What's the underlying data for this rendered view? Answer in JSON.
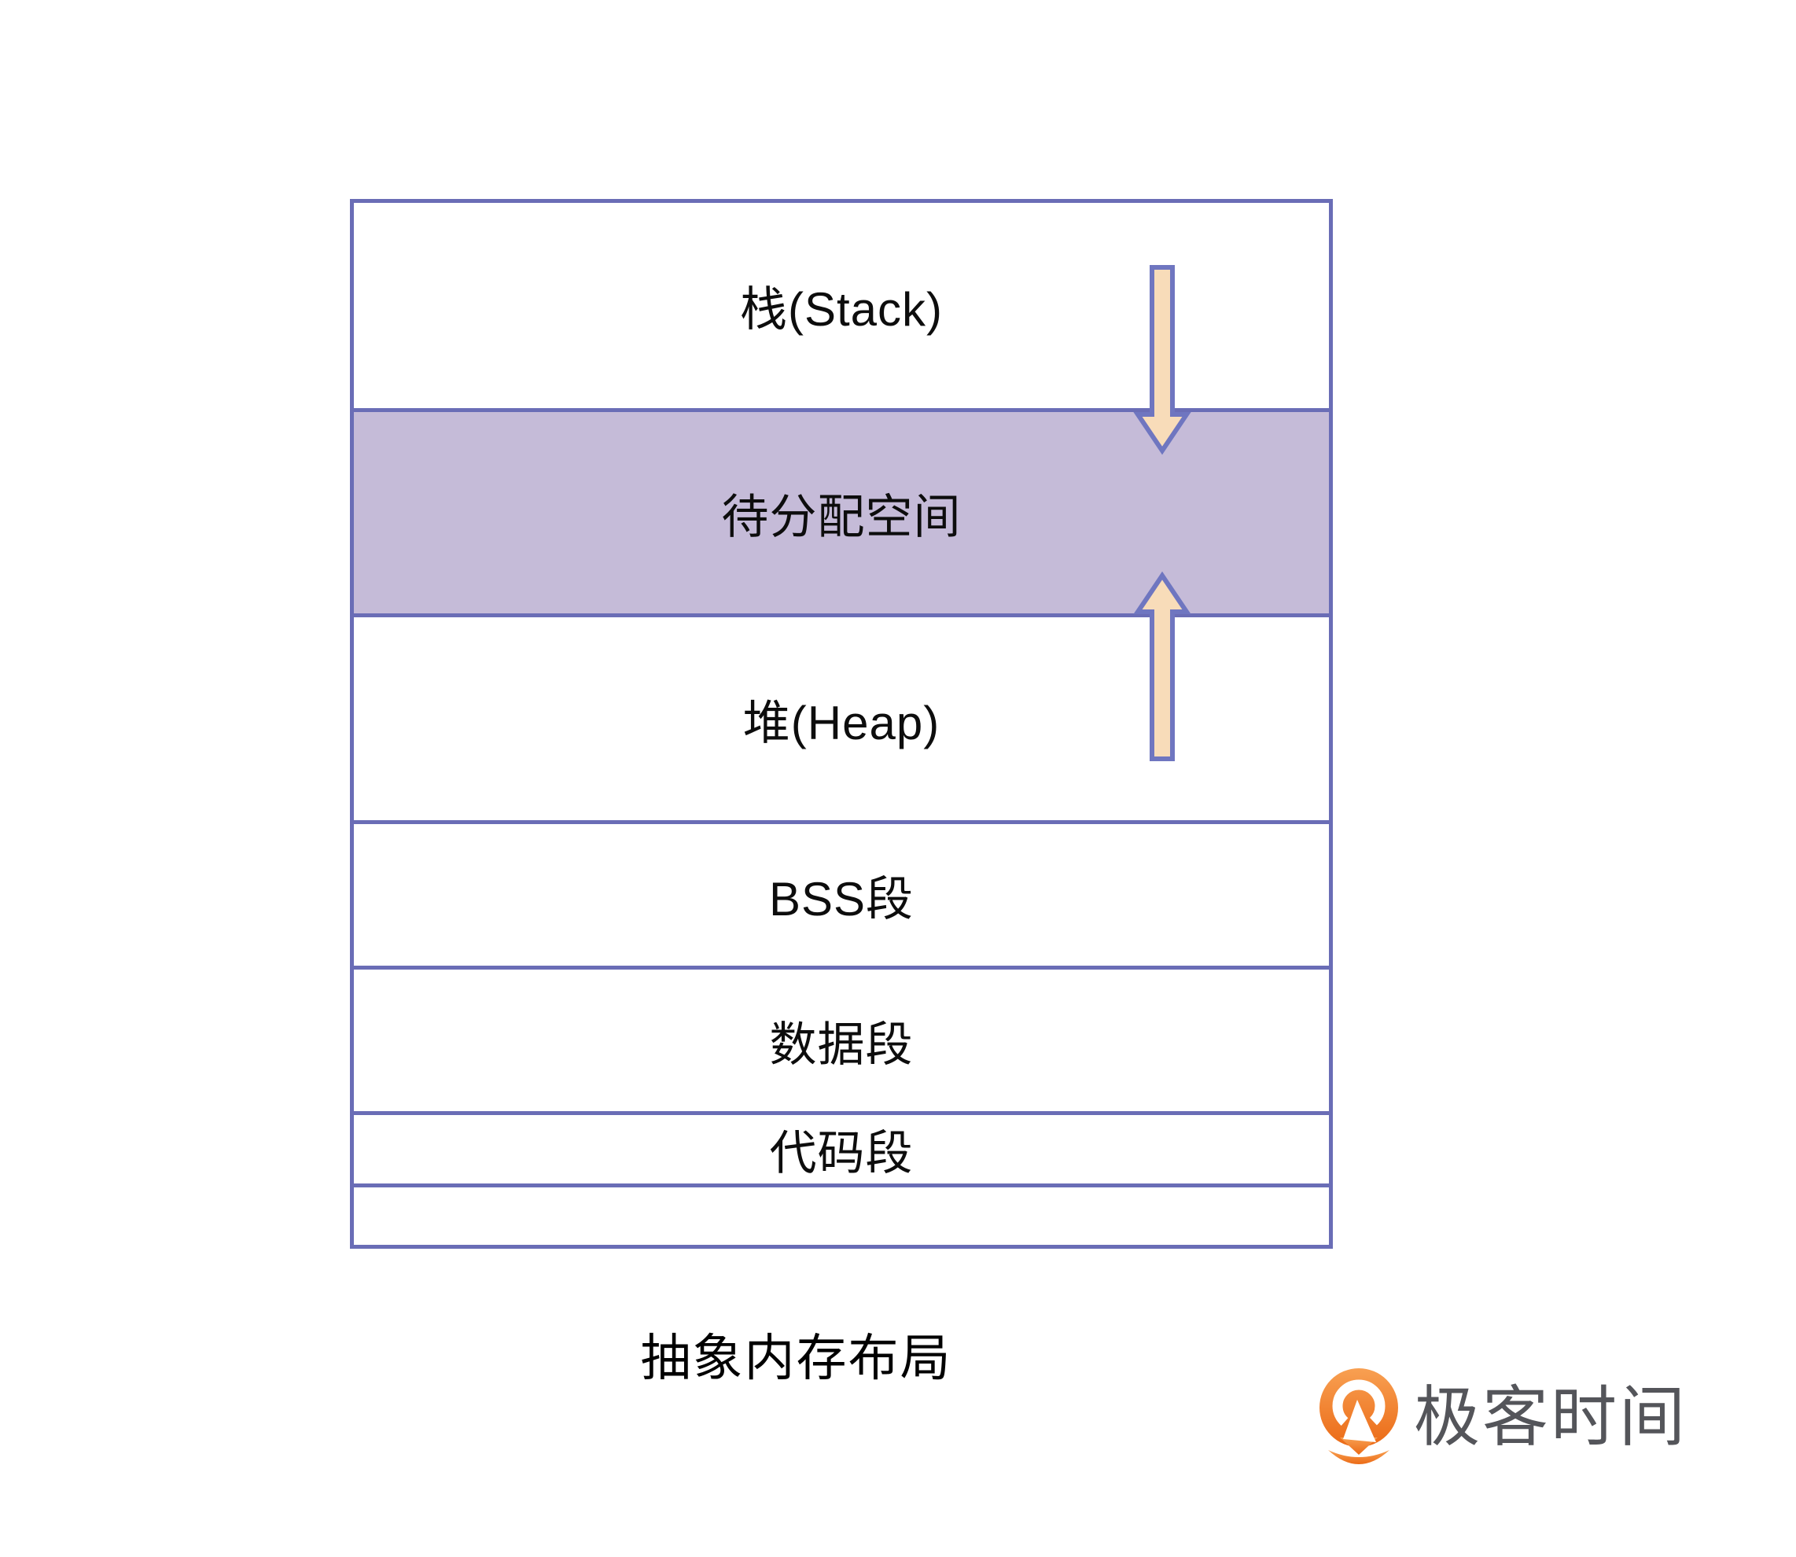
{
  "diagram": {
    "caption": "抽象内存布局",
    "segments": [
      {
        "id": "stack",
        "label": "栈(Stack)",
        "highlighted": false
      },
      {
        "id": "free",
        "label": "待分配空间",
        "highlighted": true
      },
      {
        "id": "heap",
        "label": "堆(Heap)",
        "highlighted": false
      },
      {
        "id": "bss",
        "label": "BSS段",
        "highlighted": false
      },
      {
        "id": "data",
        "label": "数据段",
        "highlighted": false
      },
      {
        "id": "code",
        "label": "代码段",
        "highlighted": false
      }
    ],
    "arrows": [
      {
        "name": "stack-growth-arrow",
        "direction": "down",
        "meaning": "stack grows downward into free space"
      },
      {
        "name": "heap-growth-arrow",
        "direction": "up",
        "meaning": "heap grows upward into free space"
      }
    ]
  },
  "branding": {
    "logo_text": "极客时间",
    "logo_icon": "geektime-q-icon"
  },
  "colors": {
    "segment_border": "#6A6DB6",
    "highlight_fill": "#C5BBD8",
    "arrow_fill": "#F8DCB9",
    "arrow_border": "#6F76C0",
    "label_text": "#0d0d0d",
    "caption_text": "#000000",
    "logo_orange_start": "#F8A052",
    "logo_orange_end": "#EB6A16",
    "logo_text_color": "#54555A"
  }
}
